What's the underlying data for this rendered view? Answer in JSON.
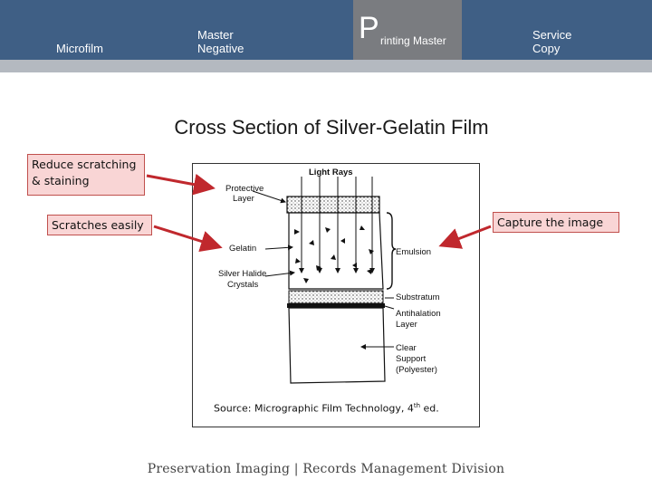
{
  "header": {
    "tabs": [
      {
        "label": "Microfilm"
      },
      {
        "label": "Master Negative"
      },
      {
        "label_initial": "P",
        "label_rest": "rinting Master"
      },
      {
        "label": "Service Copy"
      }
    ]
  },
  "title": "Cross Section of Silver-Gelatin Film",
  "callouts": {
    "reduce": "Reduce scratching & staining",
    "scratches": "Scratches easily",
    "capture": "Capture the image"
  },
  "diagram": {
    "light_rays": "Light Rays",
    "protective_1": "Protective",
    "protective_2": "Layer",
    "gelatin": "Gelatin",
    "silver_1": "Silver Halide",
    "silver_2": "Crystals",
    "emulsion": "Emulsion",
    "substratum": "Substratum",
    "antihalation_1": "Antihalation",
    "antihalation_2": "Layer",
    "clear": "Clear",
    "support": "Support",
    "polyester": "(Polyester)"
  },
  "source": {
    "text": "Source: Micrographic Film Technology, 4",
    "sup": "th",
    "end": " ed."
  },
  "footer": "Preservation Imaging | Records Management Division",
  "colors": {
    "header": "#3f5f85",
    "active_tab": "#7a7c80",
    "callout_fill": "#f9d5d5",
    "arrow": "#c0282d"
  }
}
